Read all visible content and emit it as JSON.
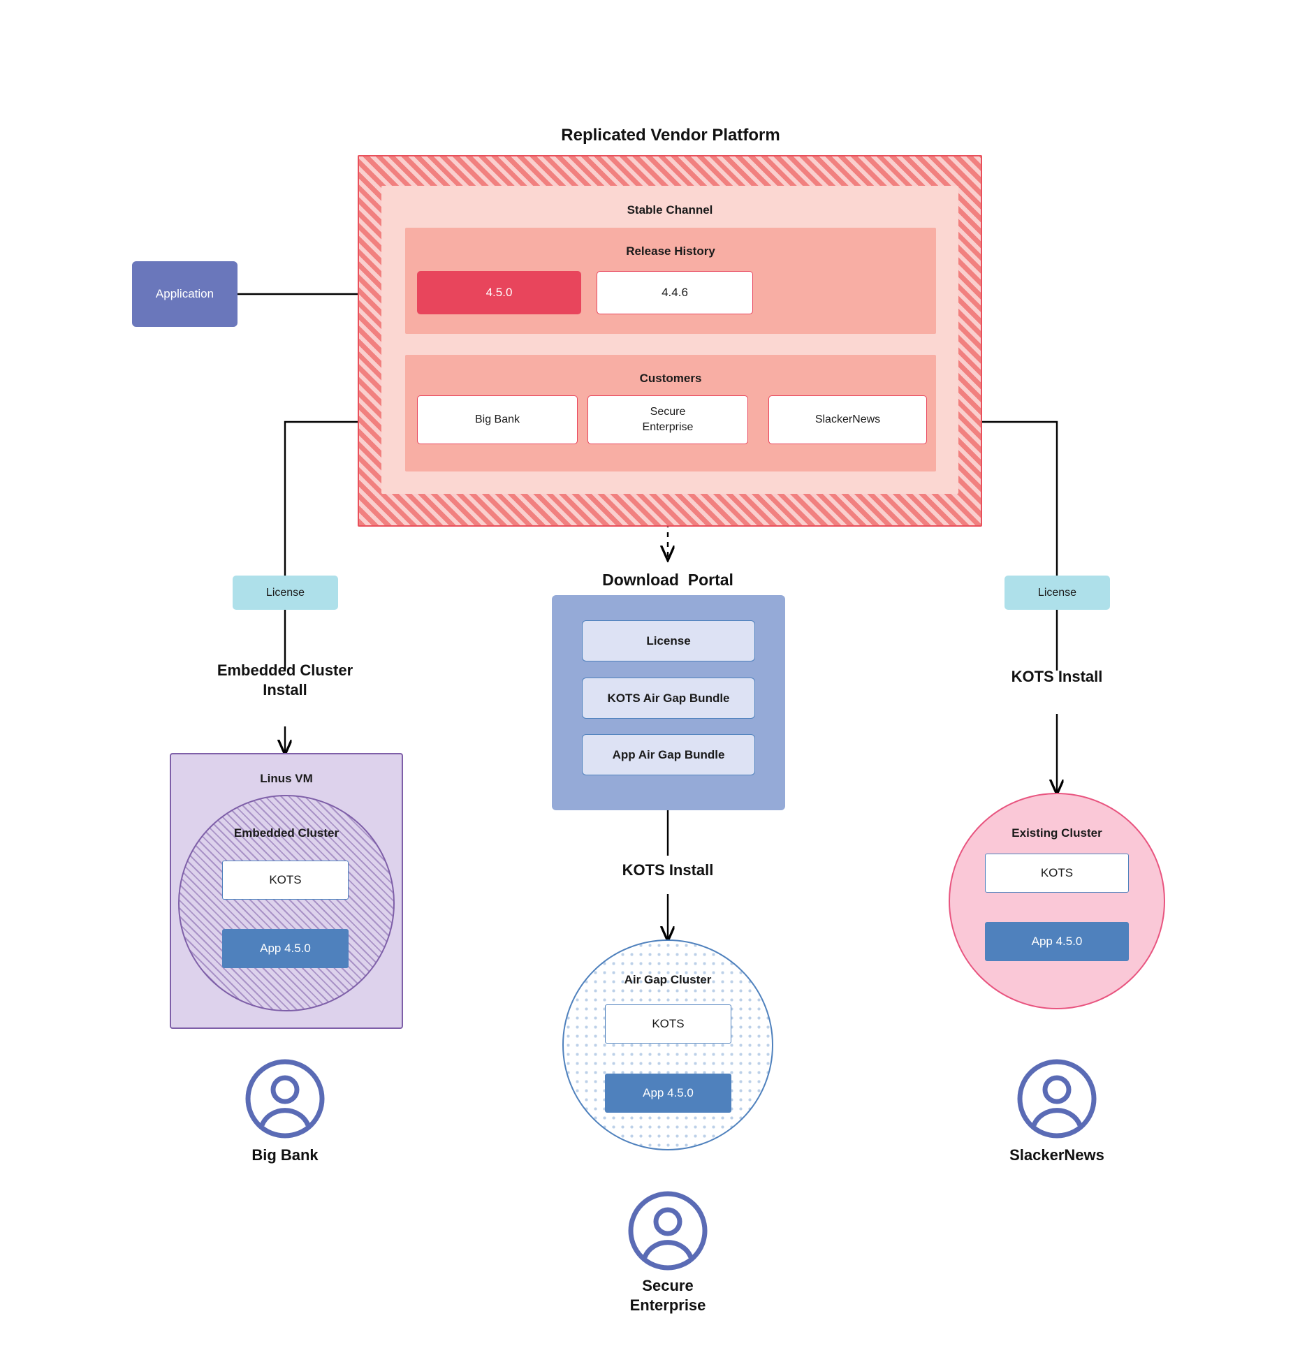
{
  "diagram": {
    "title": "Replicated Vendor Platform",
    "application_node": {
      "label": "Application"
    },
    "channel": {
      "title": "Stable Channel",
      "release_history": {
        "title": "Release History",
        "releases": [
          {
            "version": "4.5.0",
            "state": "current"
          },
          {
            "version": "4.4.6",
            "state": "past"
          }
        ]
      },
      "customers": {
        "title": "Customers",
        "items": [
          {
            "name": "Big Bank"
          },
          {
            "name": "Secure\nEnterprise"
          },
          {
            "name": "SlackerNews"
          }
        ]
      }
    },
    "licenses": {
      "left_label": "License",
      "right_label": "License"
    },
    "edge_labels": {
      "embedded_install": "Embedded Cluster\nInstall",
      "kots_install_right": "KOTS Install",
      "kots_install_center": "KOTS Install"
    },
    "download_portal": {
      "title": "Download  Portal",
      "items": [
        {
          "label": "License"
        },
        {
          "label": "KOTS Air Gap Bundle"
        },
        {
          "label": "App Air Gap Bundle"
        }
      ]
    },
    "targets": {
      "left": {
        "vm_title": "Linus VM",
        "cluster_title": "Embedded Cluster",
        "kots_label": "KOTS",
        "app_label": "App 4.5.0",
        "persona": "Big Bank"
      },
      "center": {
        "cluster_title": "Air Gap Cluster",
        "kots_label": "KOTS",
        "app_label": "App 4.5.0",
        "persona": "Secure\nEnterprise"
      },
      "right": {
        "cluster_title": "Existing Cluster",
        "kots_label": "KOTS",
        "app_label": "App 4.5.0",
        "persona": "SlackerNews"
      }
    },
    "colors": {
      "vendor_platform_hatch": "#f1807f",
      "vendor_platform_border": "#e8505b",
      "channel_bg": "#fbd7d2",
      "band_bg": "#f8aea4",
      "release_current": "#e8455c",
      "application": "#6a77bb",
      "license_chip": "#aee0ea",
      "vm_purple": "#ddd2ec",
      "vm_purple_border": "#7e5fa8",
      "portal_blue": "#95aad7",
      "portal_item": "#dde2f4",
      "kots_border": "#4f81bd",
      "app_blue": "#4f81bd",
      "existing_cluster": "#fac8d7",
      "existing_cluster_border": "#e8547f",
      "persona": "#5a6bb5"
    }
  }
}
